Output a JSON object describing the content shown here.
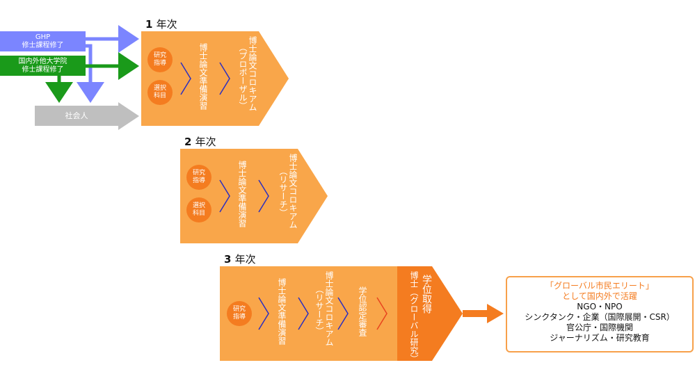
{
  "sources": {
    "ghp": [
      "GHP",
      "修士課程修了"
    ],
    "other": [
      "国内外他大学院",
      "修士課程修了"
    ],
    "worker": "社会人"
  },
  "years": [
    {
      "num": "1",
      "label": "年次",
      "circles": [
        [
          "研究",
          "指導"
        ],
        [
          "選択",
          "科目"
        ]
      ],
      "steps": [
        "博士論文準備演習",
        "博士論文コロキアム",
        "（プロポーザル）"
      ]
    },
    {
      "num": "2",
      "label": "年次",
      "circles": [
        [
          "研究",
          "指導"
        ],
        [
          "選択",
          "科目"
        ]
      ],
      "steps": [
        "博士論文準備演習",
        "博士論文コロキアム",
        "（リサーチ）"
      ]
    },
    {
      "num": "3",
      "label": "年次",
      "circles": [
        [
          "研究",
          "指導"
        ]
      ],
      "steps": [
        "博士論文準備演習",
        "博士論文コロキアム",
        "（リサーチ）",
        "学位認定審査"
      ],
      "degree": [
        "学位取得",
        "博士（グローバル研究）"
      ]
    }
  ],
  "result": {
    "line1": "「グローバル市民エリート」",
    "line2": "として国内外で活躍",
    "careers": [
      "NGO・NPO",
      "シンクタンク・企業（国際展開・CSR）",
      "官公庁・国際機関",
      "ジャーナリズム・研究教育"
    ]
  },
  "colors": {
    "panel": "#f9a64a",
    "dark_orange": "#f47c20",
    "ghp_blue": "#7b85ff",
    "green": "#1a9a1a",
    "gray": "#bfbfbf",
    "chevron_blue": "#2b2ec0",
    "chevron_red": "#e8431e"
  }
}
